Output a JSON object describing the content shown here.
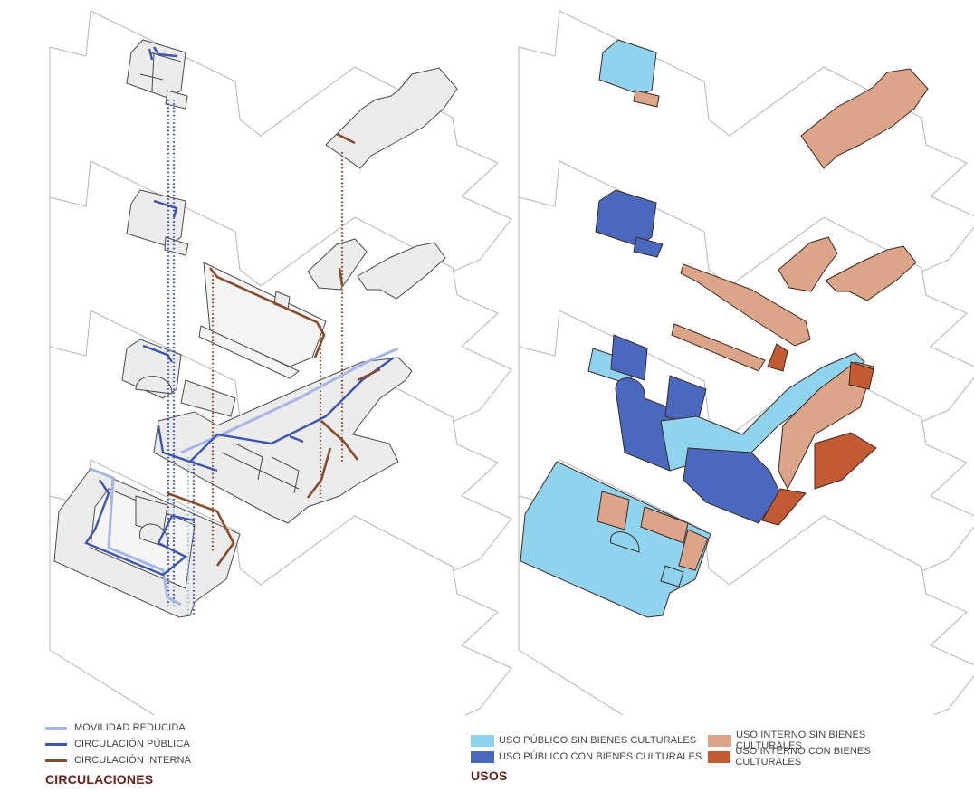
{
  "colors": {
    "plate_fill": "#ffffff",
    "plate_stroke": "#b5b5b5",
    "building_fill": "#ececec",
    "building_stroke": "#4a4a4a",
    "movilidad": "#a6b7e6",
    "publica": "#3b55b0",
    "interna": "#8a4a2c",
    "uso_publico_sin": "#8fd3ee",
    "uso_publico_con": "#4a68bd",
    "uso_interno_sin": "#dca58a",
    "uso_interno_con": "#c25a33",
    "title_color": "#6a1f14"
  },
  "legend_circulaciones": {
    "title": "CIRCULACIONES",
    "items": [
      {
        "key": "movilidad",
        "label": "MOVILIDAD REDUCIDA"
      },
      {
        "key": "publica",
        "label": "CIRCULACIÓN PÚBLICA"
      },
      {
        "key": "interna",
        "label": "CIRCULACIÓN INTERNA"
      }
    ]
  },
  "legend_usos": {
    "title": "USOS",
    "items": [
      {
        "key": "uso_publico_sin",
        "label": "USO PÚBLICO SIN BIENES CULTURALES"
      },
      {
        "key": "uso_interno_sin",
        "label": "USO INTERNO SIN BIENES CULTURALES"
      },
      {
        "key": "uso_publico_con",
        "label": "USO PÚBLICO CON BIENES CULTURALES"
      },
      {
        "key": "uso_interno_con",
        "label": "USO INTERNO CON BIENES CULTURALES"
      }
    ]
  }
}
